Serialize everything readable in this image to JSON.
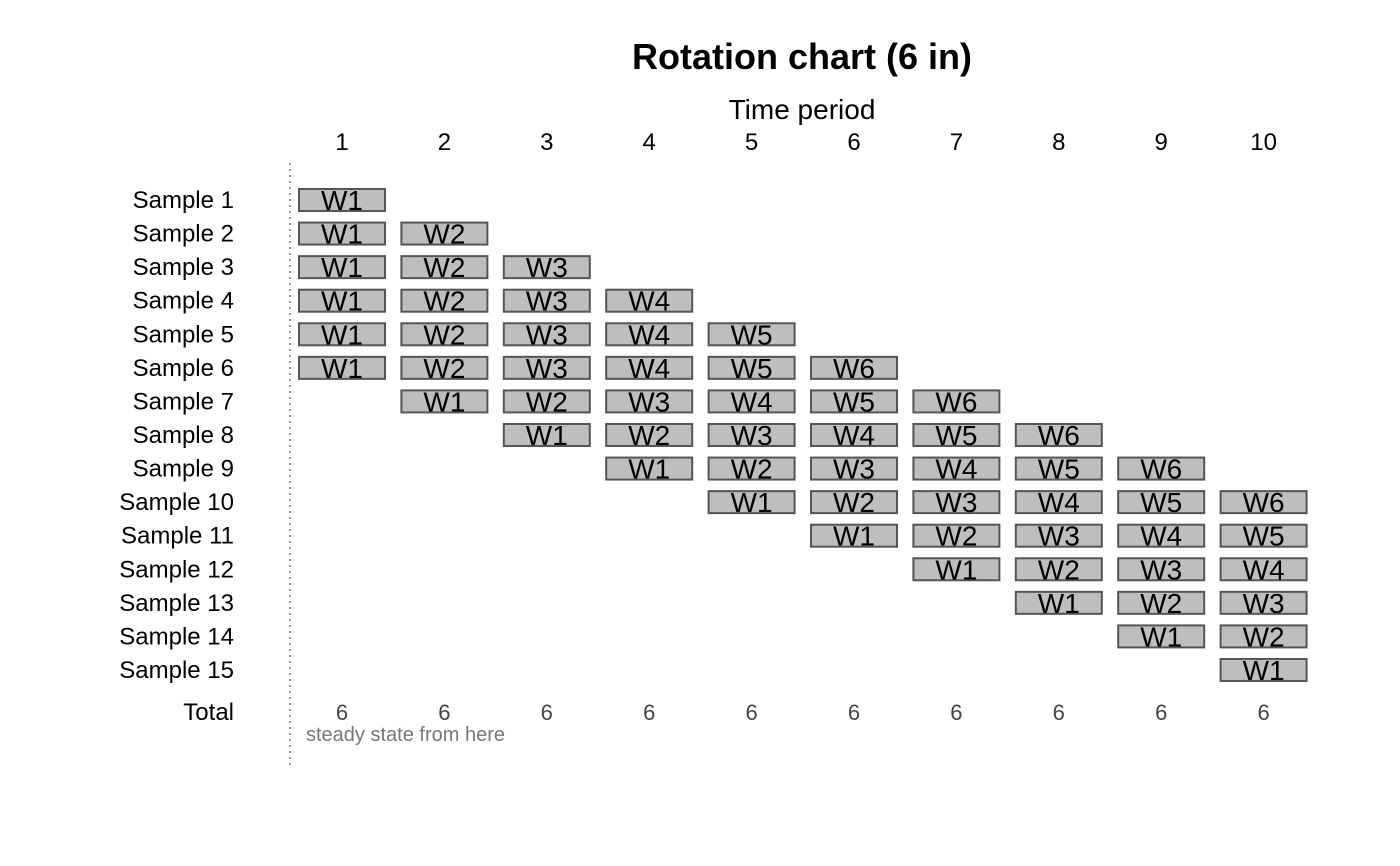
{
  "chart_data": {
    "type": "table",
    "title": "Rotation chart (6 in)",
    "xlabel": "Time period",
    "periods": [
      "1",
      "2",
      "3",
      "4",
      "5",
      "6",
      "7",
      "8",
      "9",
      "10"
    ],
    "rows": [
      {
        "label": "Sample 1",
        "start": 1,
        "waves": [
          "W1"
        ]
      },
      {
        "label": "Sample 2",
        "start": 1,
        "waves": [
          "W1",
          "W2"
        ]
      },
      {
        "label": "Sample 3",
        "start": 1,
        "waves": [
          "W1",
          "W2",
          "W3"
        ]
      },
      {
        "label": "Sample 4",
        "start": 1,
        "waves": [
          "W1",
          "W2",
          "W3",
          "W4"
        ]
      },
      {
        "label": "Sample 5",
        "start": 1,
        "waves": [
          "W1",
          "W2",
          "W3",
          "W4",
          "W5"
        ]
      },
      {
        "label": "Sample 6",
        "start": 1,
        "waves": [
          "W1",
          "W2",
          "W3",
          "W4",
          "W5",
          "W6"
        ]
      },
      {
        "label": "Sample 7",
        "start": 2,
        "waves": [
          "W1",
          "W2",
          "W3",
          "W4",
          "W5",
          "W6"
        ]
      },
      {
        "label": "Sample 8",
        "start": 3,
        "waves": [
          "W1",
          "W2",
          "W3",
          "W4",
          "W5",
          "W6"
        ]
      },
      {
        "label": "Sample 9",
        "start": 4,
        "waves": [
          "W1",
          "W2",
          "W3",
          "W4",
          "W5",
          "W6"
        ]
      },
      {
        "label": "Sample 10",
        "start": 5,
        "waves": [
          "W1",
          "W2",
          "W3",
          "W4",
          "W5",
          "W6"
        ]
      },
      {
        "label": "Sample 11",
        "start": 6,
        "waves": [
          "W1",
          "W2",
          "W3",
          "W4",
          "W5"
        ]
      },
      {
        "label": "Sample 12",
        "start": 7,
        "waves": [
          "W1",
          "W2",
          "W3",
          "W4"
        ]
      },
      {
        "label": "Sample 13",
        "start": 8,
        "waves": [
          "W1",
          "W2",
          "W3"
        ]
      },
      {
        "label": "Sample 14",
        "start": 9,
        "waves": [
          "W1",
          "W2"
        ]
      },
      {
        "label": "Sample 15",
        "start": 10,
        "waves": [
          "W1"
        ]
      }
    ],
    "total_label": "Total",
    "totals": [
      6,
      6,
      6,
      6,
      6,
      6,
      6,
      6,
      6,
      6
    ],
    "annotation": "steady state from here",
    "colors": {
      "cell_fill": "#bebebe",
      "cell_stroke": "#555555",
      "marker_line": "#999999",
      "annotation": "#777777"
    }
  }
}
